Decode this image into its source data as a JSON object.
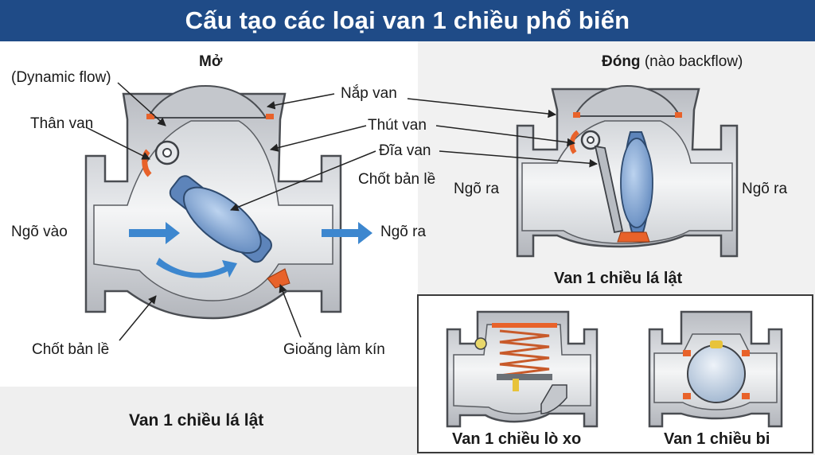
{
  "title": "Cấu tạo các loại van 1 chiều phổ biến",
  "swing_open": {
    "state_label": "Mở",
    "labels": {
      "dynamic_flow": "(Dynamic flow)",
      "body": "Thân van",
      "inlet": "Ngõ vào",
      "hinge_pin": "Chốt bản lề",
      "cover": "Nắp van",
      "stem": "Thút van",
      "disc": "Đĩa van",
      "hinge_pin_2": "Chốt bản lề",
      "outlet": "Ngõ ra",
      "seal": "Gioăng làm kín"
    },
    "caption": "Van 1 chiều lá lật"
  },
  "swing_closed": {
    "state_label": "Đóng",
    "state_note": "(nào backflow)",
    "outlet_left": "Ngõ ra",
    "outlet_right": "Ngõ ra",
    "caption": "Van 1 chiều lá lật"
  },
  "spring_valve": {
    "caption": "Van 1 chiều lò xo"
  },
  "ball_valve": {
    "caption": "Van 1 chiều bi"
  },
  "colors": {
    "header_bg": "#1f4b87",
    "body_gray": "#c9ccd1",
    "disc_blue": "#6f97c9",
    "flow_arrow": "#3d87cf",
    "seal_orange": "#e8622a"
  }
}
